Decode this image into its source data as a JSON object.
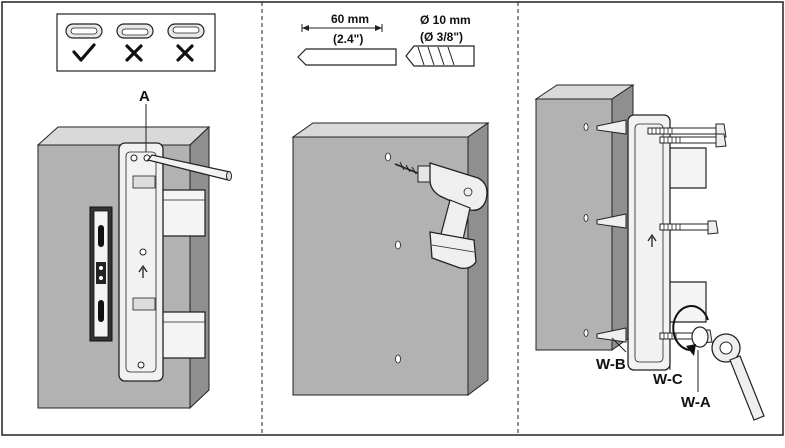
{
  "panel1": {
    "label_bracket_hole": "A",
    "icon_ok": "checkmark-icon",
    "icon_wrong": "cross-icon"
  },
  "panel2": {
    "depth_value": "60 mm",
    "depth_inch": "(2.4\")",
    "drill_dia": "Ø 10 mm",
    "drill_dia_inch": "(Ø 3/8\")"
  },
  "panel3": {
    "label_anchor": "W-B",
    "label_screw": "W-C",
    "label_washer": "W-A"
  },
  "colors": {
    "wall_face": "#b2b2b2",
    "wall_side": "#d9d9d9",
    "wall_dark": "#8f8f8f",
    "outline": "#222222",
    "bracket": "#f2f2f2",
    "drill_body": "#efefef"
  }
}
